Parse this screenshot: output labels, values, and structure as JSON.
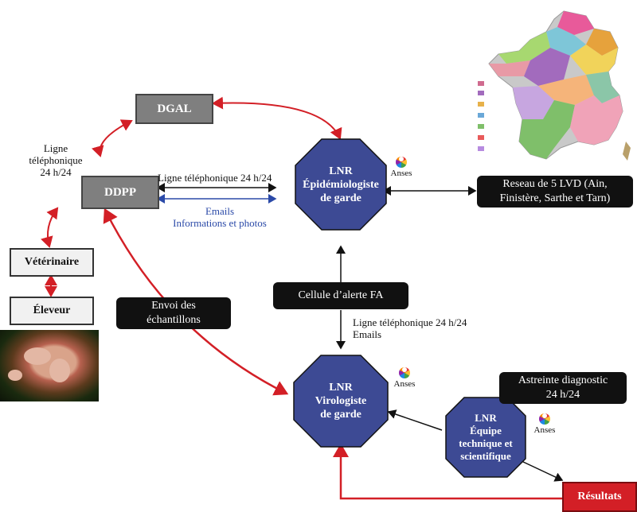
{
  "colors": {
    "octagon_fill": "#3d4a94",
    "grey_box": "#7f7f7f",
    "red_arrow": "#d31f26",
    "blue_arrow": "#2b4aa8",
    "black_box": "#111111"
  },
  "nodes": {
    "dgal": "DGAL",
    "ddpp": "DDPP",
    "veterinaire": "Vétérinaire",
    "eleveur": "Éleveur",
    "resultats": "Résultats"
  },
  "octagons": {
    "epidemiologiste": [
      "LNR",
      "Épidémiologiste",
      "de garde"
    ],
    "virologiste": [
      "LNR",
      "Virologiste",
      "de garde"
    ],
    "equipe": [
      "LNR",
      "Équipe",
      "technique et",
      "scientifique"
    ]
  },
  "anses_label": "Anses",
  "labels": {
    "ligne_left": [
      "Ligne",
      "téléphonique",
      "24 h/24"
    ],
    "ligne_top": "Ligne téléphonique 24 h/24",
    "emails_blue": [
      "Emails",
      "Informations et photos"
    ],
    "ligne_middle": [
      "Ligne téléphonique 24 h/24",
      "Emails"
    ]
  },
  "black_boxes": {
    "reseau": [
      "Reseau de 5 LVD (Ain,",
      "Finistère, Sarthe et Tarn)"
    ],
    "cellule": "Cellule d’alerte FA",
    "envoi": [
      "Envoi des",
      "échantillons"
    ],
    "astreinte": [
      "Astreinte diagnostic",
      "24 h/24"
    ]
  },
  "map": {
    "icon": "france-regions-map-icon"
  }
}
